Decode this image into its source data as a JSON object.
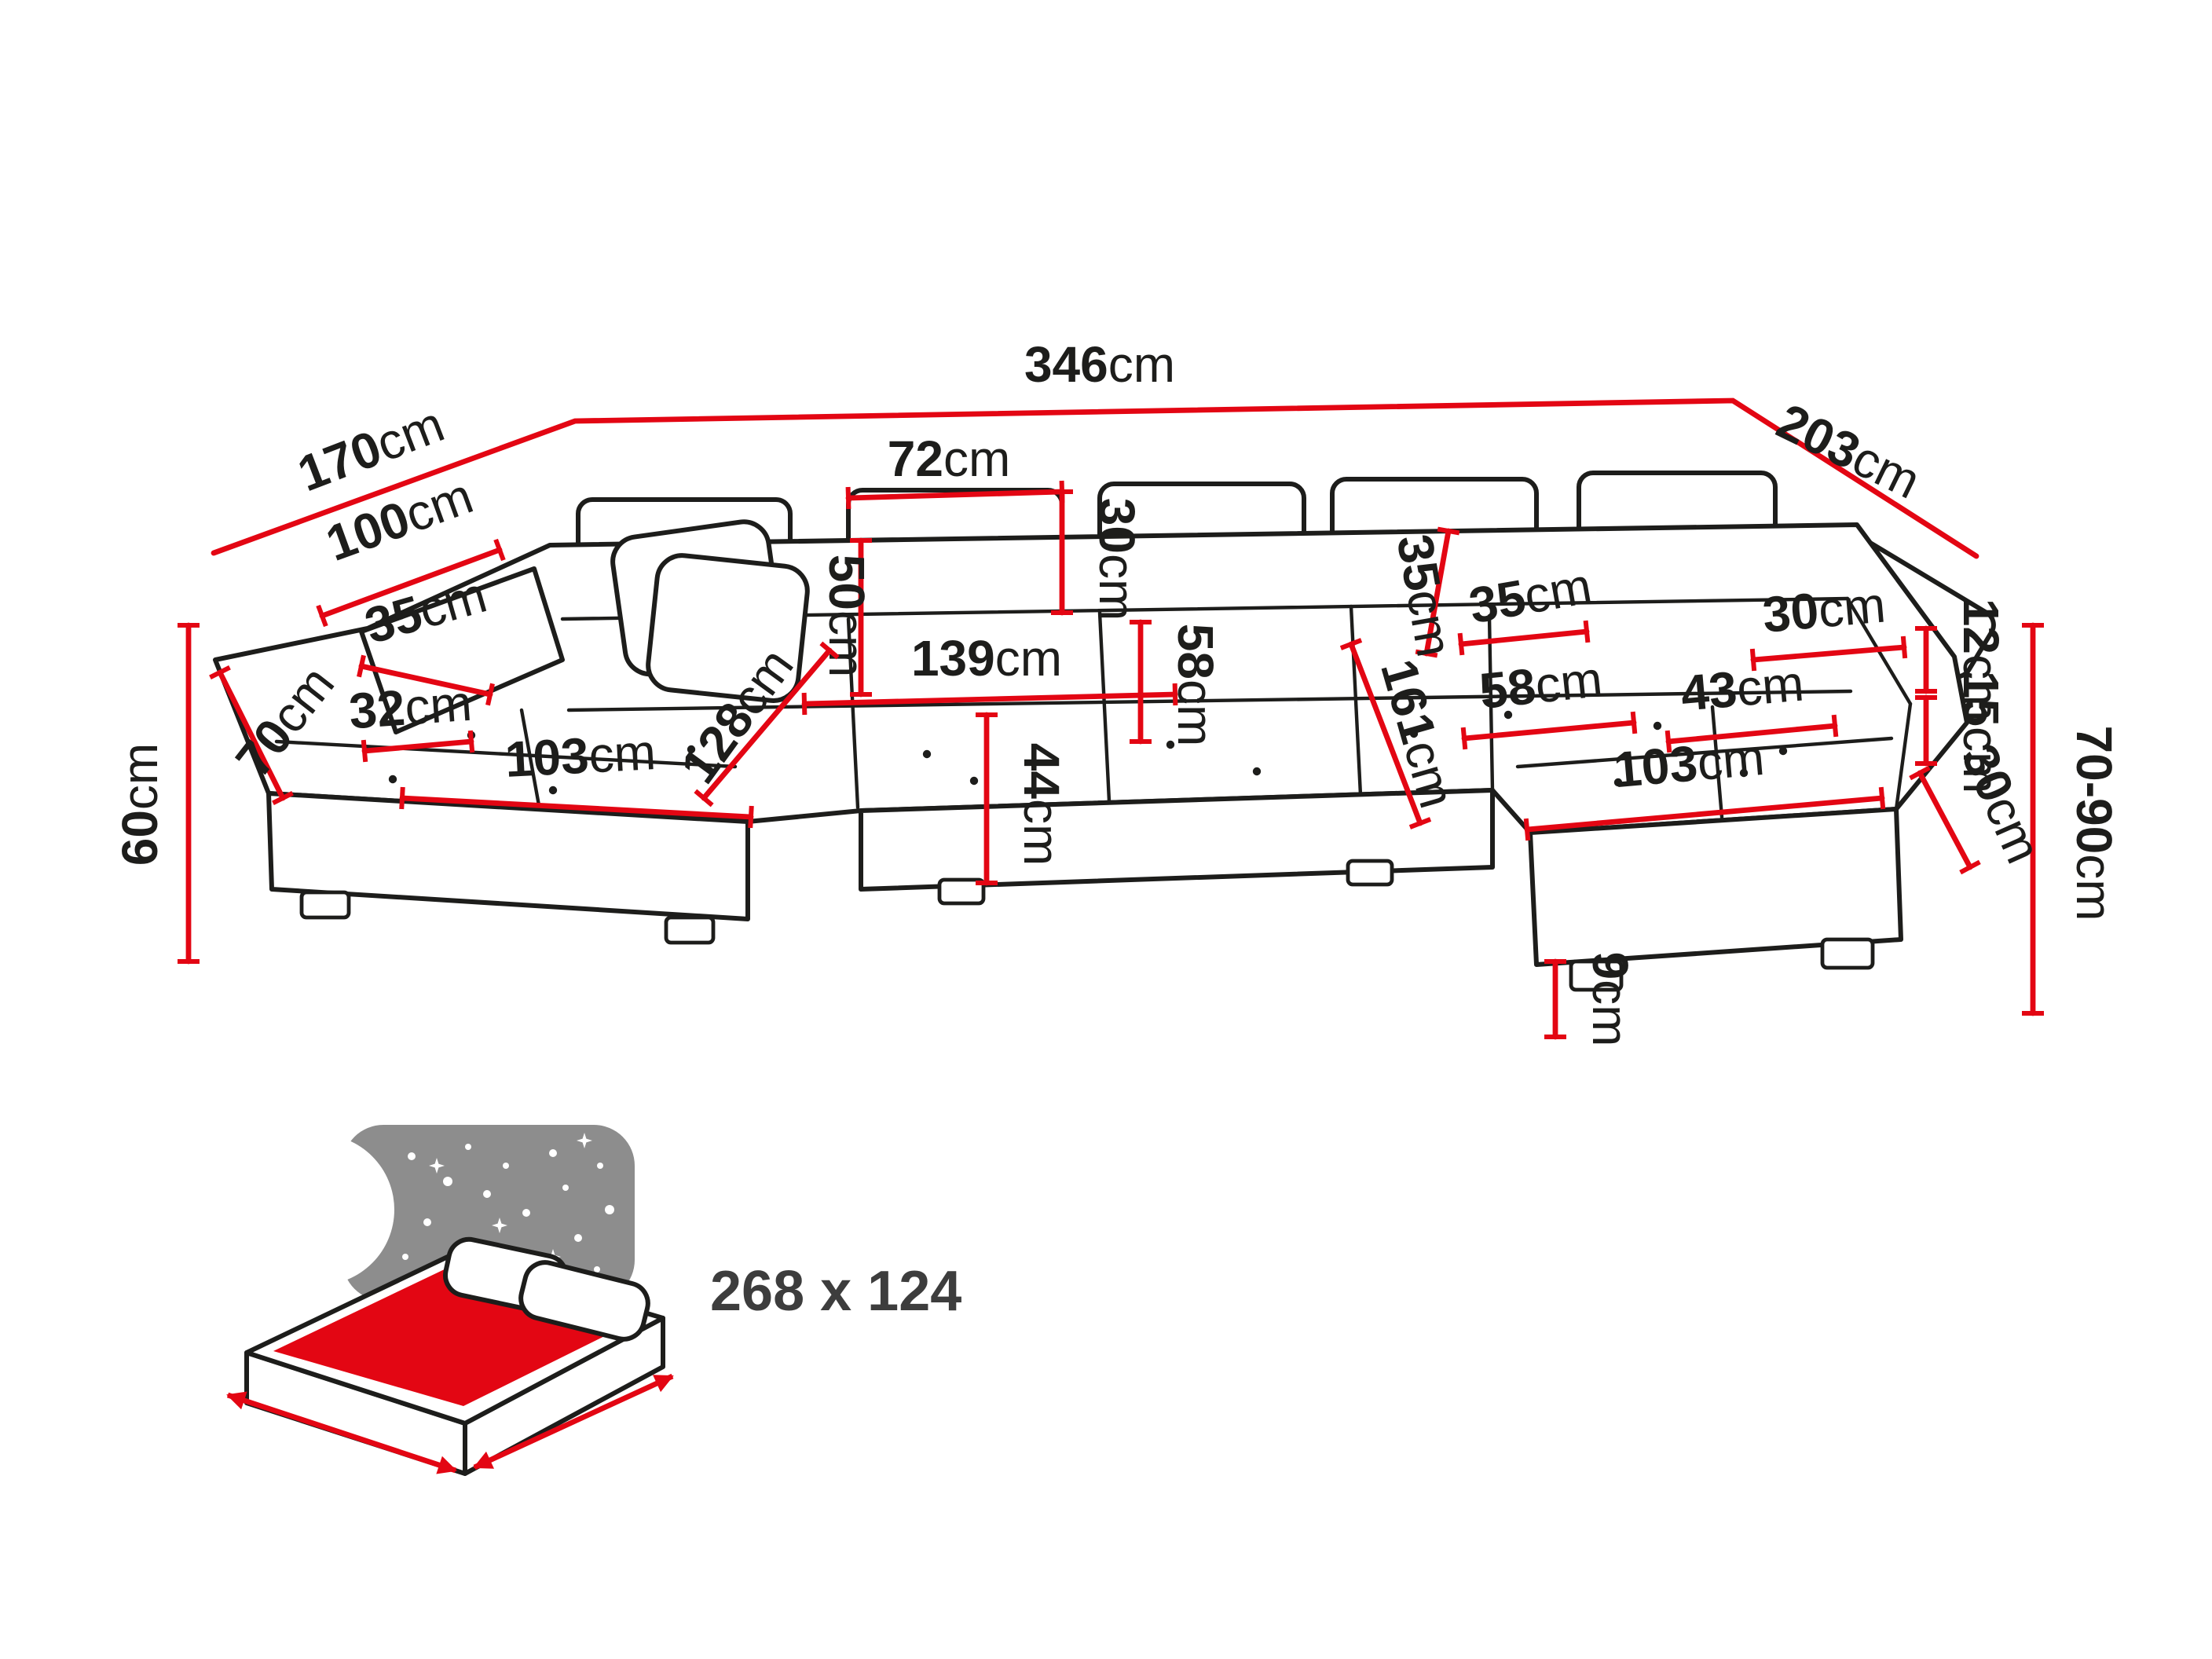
{
  "colors": {
    "dimension_red": "#e30613",
    "outline_black": "#1d1d1b",
    "icon_gray": "#8d8d8d"
  },
  "dimensions": {
    "back_width": {
      "value": "346",
      "unit": "cm"
    },
    "left_side_depth": {
      "value": "170",
      "unit": "cm"
    },
    "right_side_depth": {
      "value": "203",
      "unit": "cm"
    },
    "left_side_height": {
      "value": "60",
      "unit": "cm"
    },
    "right_side_height": {
      "value": "70-90",
      "unit": "cm"
    },
    "left_arm_top": {
      "value": "100",
      "unit": "cm"
    },
    "left_arm_width": {
      "value": "35",
      "unit": "cm"
    },
    "headrest_width": {
      "value": "72",
      "unit": "cm"
    },
    "headrest_height": {
      "value": "30",
      "unit": "cm"
    },
    "backrest_height": {
      "value": "50",
      "unit": "cm"
    },
    "center_width": {
      "value": "139",
      "unit": "cm"
    },
    "center_seat_depth": {
      "value": "58",
      "unit": "cm"
    },
    "seat_front_height": {
      "value": "44",
      "unit": "cm"
    },
    "left_seat_depth": {
      "value": "128",
      "unit": "cm"
    },
    "left_arm_front": {
      "value": "32",
      "unit": "cm"
    },
    "left_chaise_length": {
      "value": "103",
      "unit": "cm"
    },
    "left_chaise_width": {
      "value": "70",
      "unit": "cm"
    },
    "corner_back_height": {
      "value": "35",
      "unit": "cm"
    },
    "corner_back_width": {
      "value": "35",
      "unit": "cm"
    },
    "right_seat_diagonal": {
      "value": "161",
      "unit": "cm"
    },
    "right_seat_depth": {
      "value": "58",
      "unit": "cm"
    },
    "right_seat_width": {
      "value": "43",
      "unit": "cm"
    },
    "right_chaise_length": {
      "value": "103",
      "unit": "cm"
    },
    "right_back_width": {
      "value": "30",
      "unit": "cm"
    },
    "right_edge_a": {
      "value": "12",
      "unit": "cm"
    },
    "right_edge_b": {
      "value": "15",
      "unit": "cm"
    },
    "right_arm_side": {
      "value": "30",
      "unit": "cm"
    },
    "leg_height": {
      "value": "9",
      "unit": "cm"
    }
  },
  "sleeping_area": {
    "label": "268 x 124"
  }
}
